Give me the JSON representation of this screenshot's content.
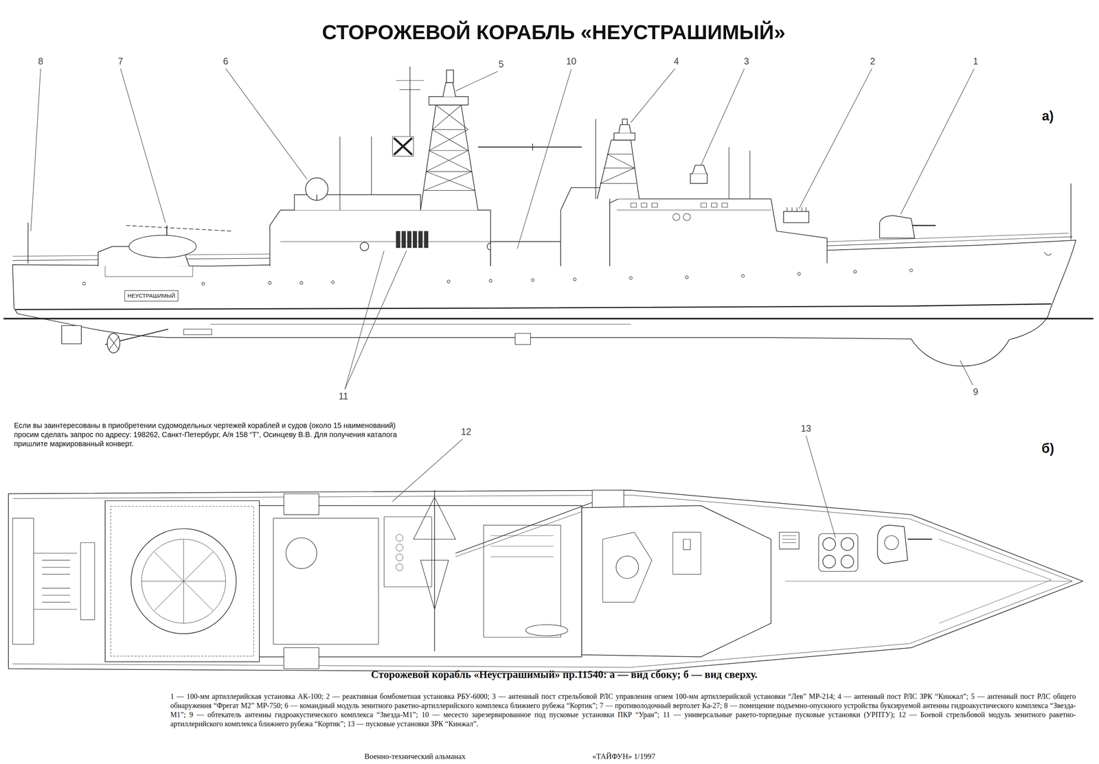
{
  "diagram": {
    "title": "СТОРОЖЕВОЙ КОРАБЛЬ «НЕУСТРАШИМЫЙ»",
    "caption": "Сторожевой корабль «Неустрашимый» пр.11540: а — вид сбоку; б — вид сверху.",
    "labels": [
      "8",
      "7",
      "6",
      "5",
      "10",
      "4",
      "3",
      "2",
      "1",
      "а)",
      "НЕУСТРАШИМЫЙ",
      "9",
      "11",
      "Если вы заинтересованы в приобретении судомодельных чертежей кораблей и судов (около 15 наименований) просим сделать запрос по адресу: 198262, Санкт-Петербург, А/я 158 “Т”, Осинцеву В.В. Для получения каталога пришлите маркированный конверт.",
      "б)",
      "12",
      "13",
      "1 — 100-мм артиллерийская установка АК-100; 2 — реактивная бомбометная установка РБУ-6000; 3 — антенный пост стрельбовой РЛС управления огнем 100-мм артиллерийской установки “Лев” МР-214; 4 — антенный пост РЛС ЗРК “Кинжал”; 5 — антенный пост РЛС общего обнаружения “Фрегат М2” МР-750; 6 — командный модуль зенитного ракетно-артиллерийского комплекса ближнего рубежа “Кортик”; 7 — противолодочный вертолет Ка-27; 8 — помещение подъемно-опускного устройства буксируемой антенны гидроакустического комплекса “Звезда-М1”; 9 — обтекатель антенны гидроакустического комплекса “Звезда-М1”; 10 — месесто зарезервированное под пусковые установки ПКР “Уран”; 11 — универсальные ракето-торпедные пусковые установки (УРПТУ); 12 — Боевой стрельбовой модуль зенитного ракетно-артиллерийского комплекса ближнего рубежа “Кортик”; 13 — пусковые установки ЗРК “Кинжал”.",
      "Военно-технический альманах",
      "«ТАЙФУН» 1/1997"
    ]
  }
}
